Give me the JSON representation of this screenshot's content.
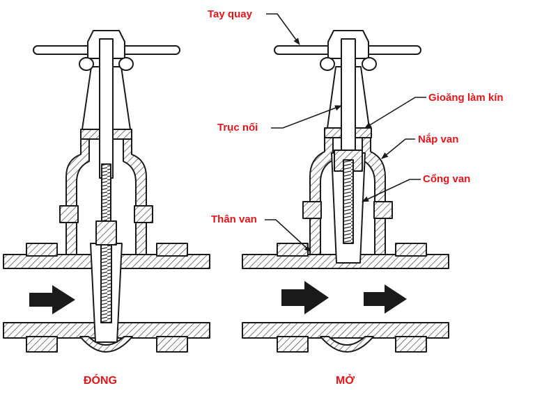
{
  "labels": {
    "handwheel": "Tay quay",
    "seal": "Gioăng làm kín",
    "stem": "Trục nối",
    "bonnet": "Nắp van",
    "gate": "Cổng van",
    "body": "Thân van"
  },
  "captions": {
    "closed": "ĐÓNG",
    "open": "MỞ"
  },
  "colors": {
    "label": "#e4141b",
    "line": "#1a1a1a",
    "hatch": "#555555"
  }
}
